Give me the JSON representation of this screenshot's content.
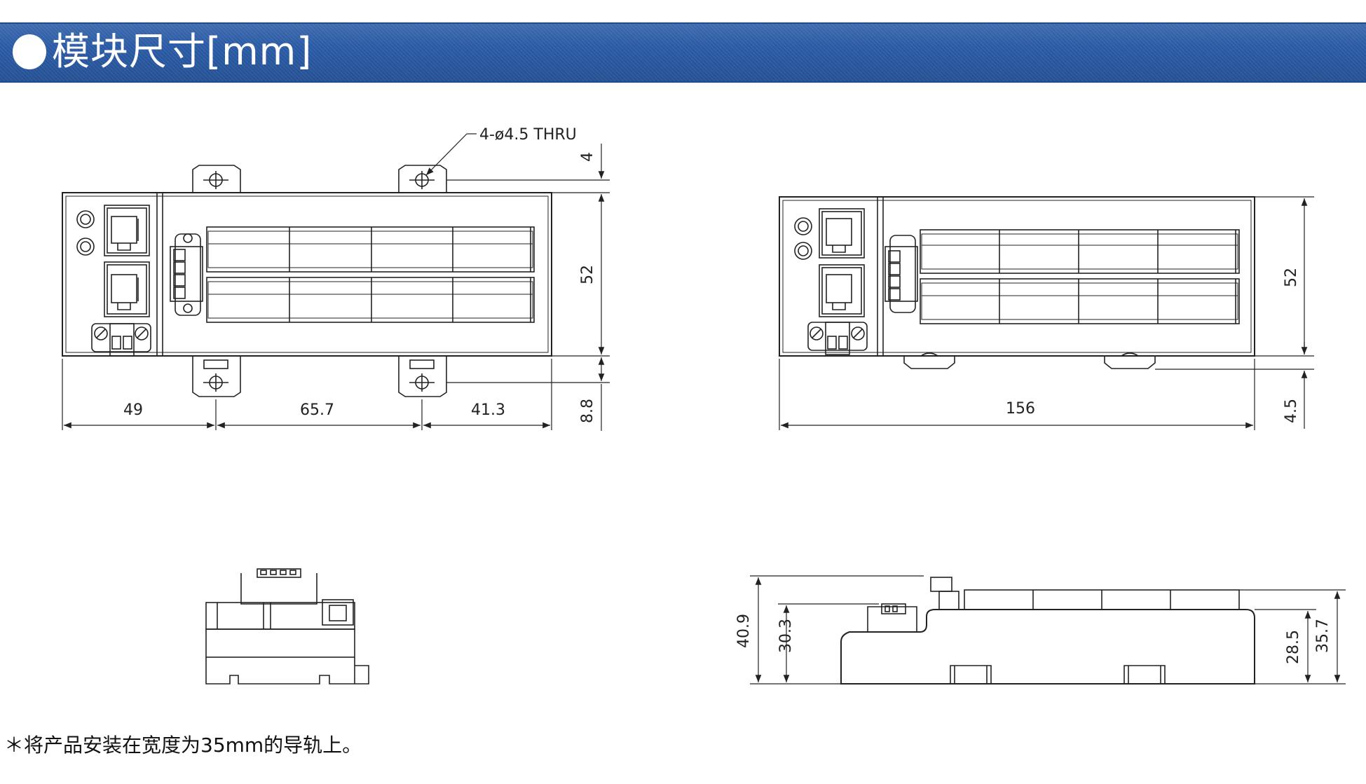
{
  "header": {
    "title": "模块尺寸[mm]"
  },
  "top_view": {
    "hole_callout": "4-ø4.5 THRU",
    "dim_left": "49",
    "dim_middle": "65.7",
    "dim_right": "41.3",
    "dim_top_offset": "4",
    "dim_height": "52",
    "dim_bottom_offset": "8.8"
  },
  "rail_view": {
    "dim_width": "156",
    "dim_height": "52",
    "dim_bottom_offset": "4.5"
  },
  "side_view": {
    "dim_total_height": "40.9",
    "dim_connector_height": "30.3",
    "dim_body_height": "28.5",
    "dim_overall_height": "35.7"
  },
  "footnote": "＊将产品安装在宽度为35mm的导轨上。"
}
